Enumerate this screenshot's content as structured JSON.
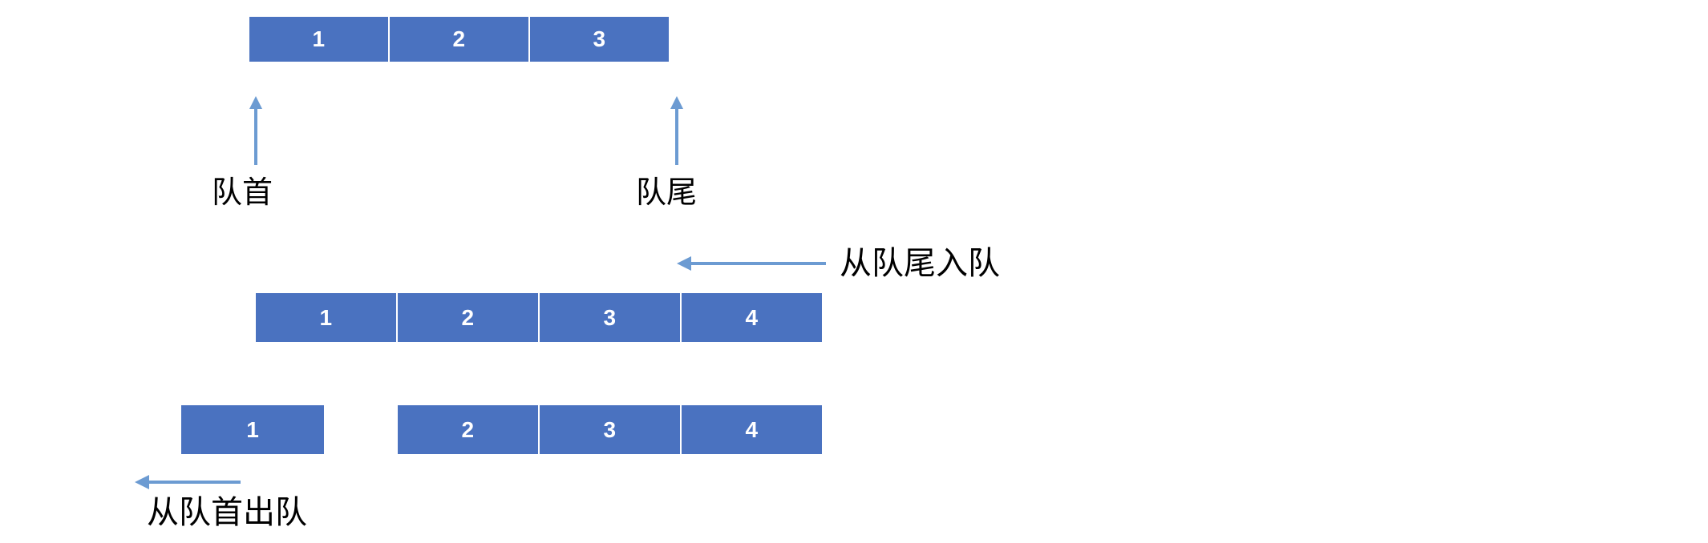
{
  "diagram": {
    "title_semantic": "queue-operations-diagram",
    "colors": {
      "cell_fill": "#4A72C0",
      "cell_border": "#FFFFFF",
      "cell_text": "#FFFFFF",
      "arrow": "#6C9BD2",
      "label_text": "#000000",
      "background": "#FFFFFF"
    },
    "rows": [
      {
        "id": "initial-queue",
        "cells": [
          "1",
          "2",
          "3"
        ]
      },
      {
        "id": "after-enqueue-queue",
        "cells": [
          "1",
          "2",
          "3",
          "4"
        ]
      },
      {
        "id": "after-dequeue-queue",
        "removed_cell": "1",
        "cells": [
          "2",
          "3",
          "4"
        ]
      }
    ],
    "pointers": [
      {
        "id": "front-pointer",
        "label": "队首"
      },
      {
        "id": "rear-pointer",
        "label": "队尾"
      }
    ],
    "operations": [
      {
        "id": "enqueue-operation",
        "label": "从队尾入队",
        "direction": "left"
      },
      {
        "id": "dequeue-operation",
        "label": "从队首出队",
        "direction": "left"
      }
    ]
  }
}
